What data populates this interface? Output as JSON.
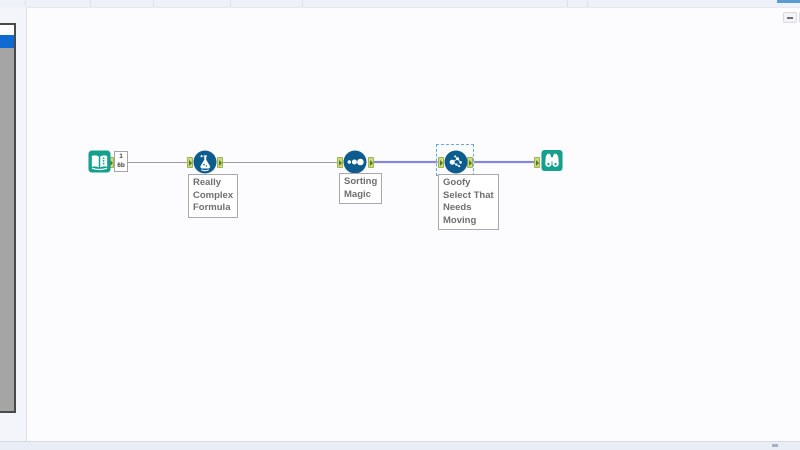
{
  "ui": {
    "top_strip": {
      "accent_color": "#5b9bd5"
    },
    "corner_buttons": [
      {
        "icon": "dash-icon"
      },
      {
        "icon": "dash-icon"
      }
    ],
    "left_panel": {
      "selected_row_color": "#0f6ad1",
      "body_color": "#a5a5a5"
    }
  },
  "workflow": {
    "colors": {
      "tool_teal": "#14A08C",
      "tool_navy": "#0d5c8d",
      "anchor_green": "#cddc78",
      "connection_gray": "#9b9b9b",
      "connection_selected": "#8486d8",
      "selection_blue": "#6aa7dc"
    },
    "tools": [
      {
        "type": "Input Data",
        "icon": "book-input-icon",
        "annotation": {
          "records": "1",
          "size": "6b"
        }
      },
      {
        "type": "Formula",
        "icon": "flask-icon",
        "label": "Really\nComplex\nFormula"
      },
      {
        "type": "Sort",
        "icon": "sort-dots-icon",
        "label": "Sorting\nMagic"
      },
      {
        "type": "Select",
        "icon": "select-scatter-icon",
        "label": "Goofy\nSelect That\nNeeds\nMoving",
        "selected": true
      },
      {
        "type": "Browse",
        "icon": "binoculars-icon"
      }
    ],
    "connections": [
      {
        "from": "Input Data",
        "to": "Formula",
        "state": "normal"
      },
      {
        "from": "Formula",
        "to": "Sort",
        "state": "normal"
      },
      {
        "from": "Sort",
        "to": "Select",
        "state": "selected"
      },
      {
        "from": "Select",
        "to": "Browse",
        "state": "selected"
      }
    ]
  }
}
